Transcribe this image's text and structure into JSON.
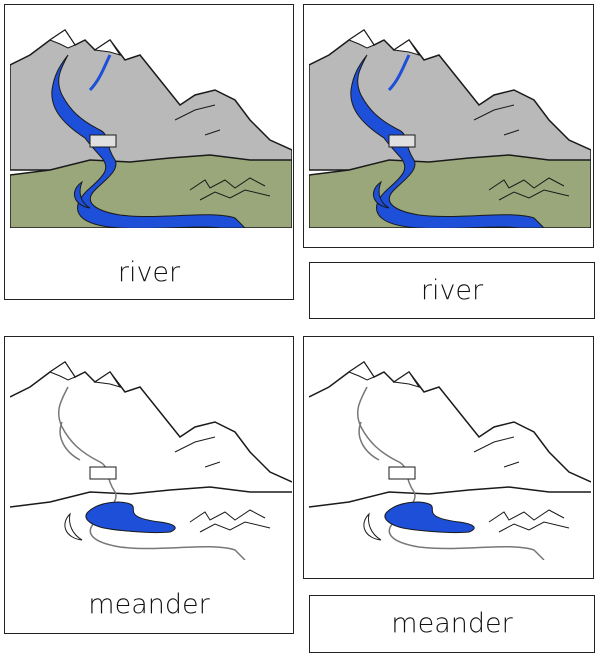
{
  "cards": {
    "river_picture_label": "river",
    "river_label_card": "river",
    "meander_picture_label": "meander",
    "meander_label_card": "meander"
  },
  "colors": {
    "mountain": "#b9b9b9",
    "grass": "#9aa77a",
    "water": "#1e4fd8",
    "outline": "#1a1a1a"
  }
}
